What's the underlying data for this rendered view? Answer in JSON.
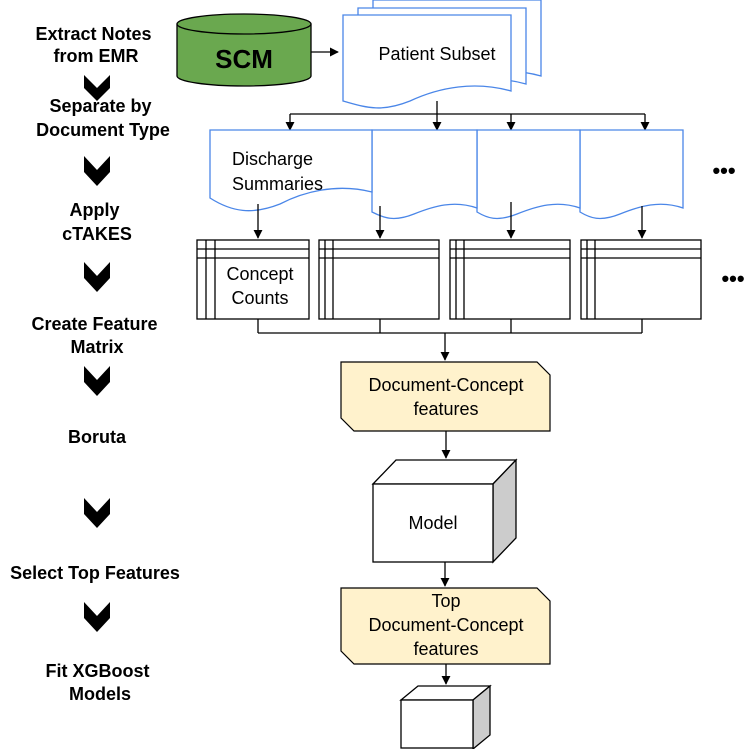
{
  "steps": {
    "extract": [
      "Extract Notes",
      "from EMR"
    ],
    "separate": [
      "Separate by",
      "Document Type"
    ],
    "apply": [
      "Apply",
      "cTAKES"
    ],
    "feature_matrix": [
      "Create Feature",
      "Matrix"
    ],
    "boruta": "Boruta",
    "select_top": "Select Top Features",
    "fit": [
      "Fit XGBoost",
      "Models"
    ]
  },
  "nodes": {
    "database": "SCM",
    "patient_subset": "Patient Subset",
    "discharge": [
      "Discharge",
      "Summaries"
    ],
    "concept_counts": [
      "Concept",
      "Counts"
    ],
    "doc_concept": [
      "Document-Concept",
      "features"
    ],
    "model": "Model",
    "top_features": [
      "Top",
      "Document-Concept",
      "features"
    ],
    "more": "•••"
  },
  "colors": {
    "database_fill": "#6aa84f",
    "document_stroke": "#4a86e8",
    "feature_fill": "#fff2cc",
    "cube_side": "#cccccc",
    "cube_top": "#ffffff"
  }
}
